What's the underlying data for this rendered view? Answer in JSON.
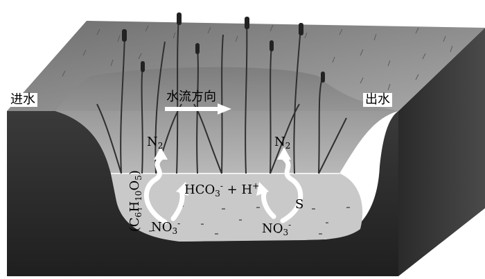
{
  "labels": {
    "inlet": "进水",
    "outlet": "出水",
    "flow_direction": "水流方向",
    "sulfur": "S",
    "carbon_source": {
      "base": "(C",
      "c_sub": "6",
      "h": "H",
      "h_sub": "10",
      "o": "O",
      "o_sub": "5",
      "close": ")"
    },
    "nitrogen_left": {
      "base": "N",
      "sub": "2"
    },
    "nitrogen_right": {
      "base": "N",
      "sub": "2"
    },
    "nitrate_left": {
      "base": "NO",
      "sub": "3",
      "sup": "-"
    },
    "nitrate_right": {
      "base": "NO",
      "sub": "3",
      "sup": "-"
    },
    "products": {
      "hco3": "HCO",
      "hco3_sub": "3",
      "hco3_sup": "-",
      "plus": " + H",
      "h_sup": "+"
    }
  },
  "colors": {
    "wall": "#2e2e2e",
    "ground_top": "#8a8a8a",
    "water": "#9a9a9a",
    "substrate": "#c8c8c8",
    "arrow": "#ffffff"
  }
}
